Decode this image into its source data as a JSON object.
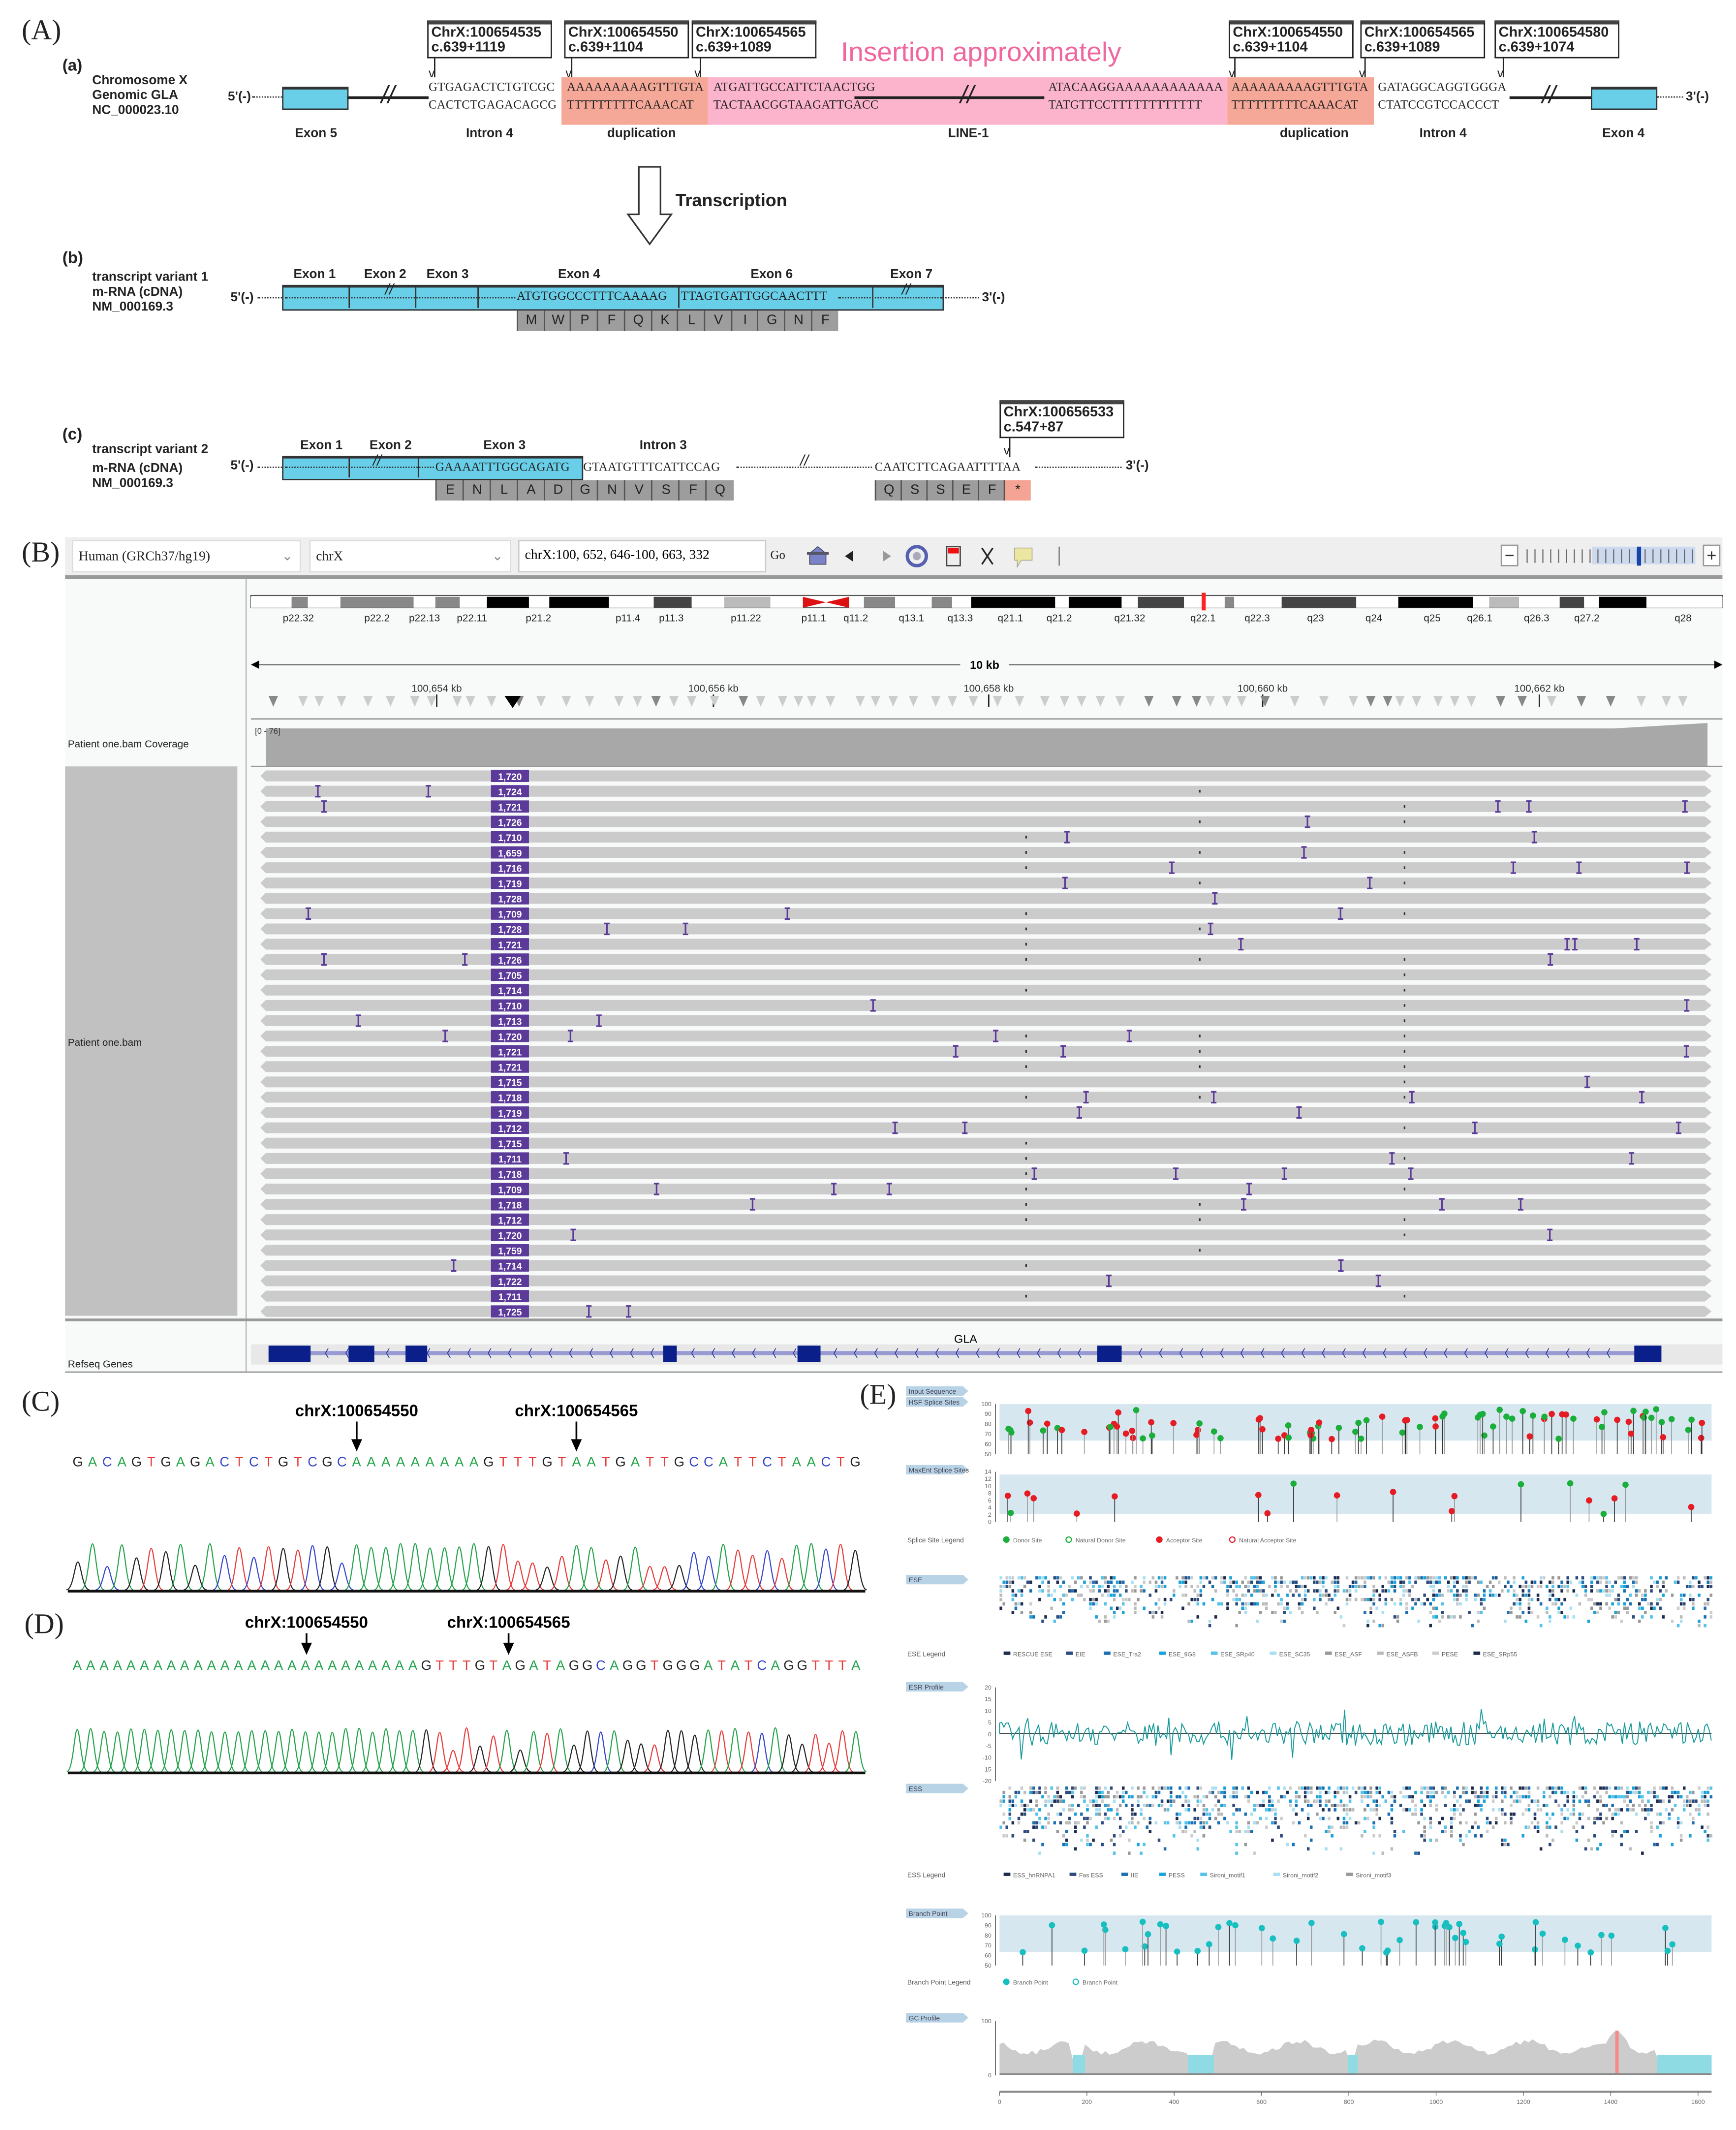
{
  "panel_labels": {
    "A": "(A)",
    "B": "(B)",
    "C": "(C)",
    "D": "(D)",
    "E": "(E)"
  },
  "genomic": {
    "sub_label": "(a)",
    "title_lines": [
      "Chromosome X",
      "Genomic GLA",
      "NC_000023.10"
    ],
    "five_prime": "5'(-)",
    "three_prime": "3'(-)",
    "insertion_label": "Insertion approximately",
    "coord_boxes": [
      {
        "chr": "ChrX:100654535",
        "c": "c.639+1119"
      },
      {
        "chr": "ChrX:100654550",
        "c": "c.639+1104"
      },
      {
        "chr": "ChrX:100654565",
        "c": "c.639+1089"
      },
      {
        "chr": "ChrX:100654550",
        "c": "c.639+1104"
      },
      {
        "chr": "ChrX:100654565",
        "c": "c.639+1089"
      },
      {
        "chr": "ChrX:100654580",
        "c": "c.639+1074"
      }
    ],
    "seqs": {
      "intron_left": [
        "GTGAGACTCTGTCGC",
        "CACTCTGAGACAGCG"
      ],
      "dup_left": [
        "AAAAAAAAAGTTTGTA",
        "TTTTTTTTTCAAACAT"
      ],
      "line1_left": [
        "ATGATTGCCATTCTAACTGG",
        "TACTAACGGTAAGATTGACC"
      ],
      "line1_right": [
        "ATACAAGGAAAAAAAAAAAA",
        "TATGTTCCTTTTTTTTTTTT"
      ],
      "dup_right": [
        "AAAAAAAAAGTTTGTA",
        "TTTTTTTTTCAAACAT"
      ],
      "intron_right": [
        "GATAGGCAGGTGGGA",
        "CTATCCGTCCACCCT"
      ]
    },
    "region_labels": [
      "Exon 5",
      "Intron 4",
      "duplication",
      "LINE-1",
      "duplication",
      "Intron 4",
      "Exon 4"
    ],
    "colors": {
      "duplication": "#f5a898",
      "line1": "#fcb3cc",
      "exon": "#69cfe9",
      "insertion_text": "#f0679f"
    }
  },
  "transcription_label": "Transcription",
  "variant1": {
    "sub_label": "(b)",
    "title_lines": [
      "transcript variant 1",
      "m-RNA (cDNA)",
      "NM_000169.3"
    ],
    "five_prime": "5'(-)",
    "three_prime": "3'(-)",
    "exons": [
      "Exon 1",
      "Exon 2",
      "Exon 3",
      "Exon 4",
      "Exon 6",
      "Exon 7"
    ],
    "seq_left": "ATGTGGCCCTTTCAAAAG",
    "seq_right": "TTAGTGATTGGCAACTTT",
    "amino_acids": [
      "M",
      "W",
      "P",
      "F",
      "Q",
      "K",
      "L",
      "V",
      "I",
      "G",
      "N",
      "F"
    ]
  },
  "variant2": {
    "sub_label": "(c)",
    "title_lines": [
      "transcript variant 2",
      "m-RNA (cDNA)",
      "NM_000169.3"
    ],
    "five_prime": "5'(-)",
    "three_prime": "3'(-)",
    "exons": [
      "Exon 1",
      "Exon 2",
      "Exon 3"
    ],
    "intron_label": "Intron 3",
    "seq_exon3": "GAAAATTTGGCAGATG",
    "seq_intron": "GTAATGTTTCATTCCAG",
    "seq_far": "CAATCTTCAGAATTTTAA",
    "coord_box": {
      "chr": "ChrX:100656533",
      "c": "c.547+87"
    },
    "amino_acids_1": [
      "E",
      "N",
      "L",
      "A",
      "D",
      "G",
      "N",
      "V",
      "S",
      "F",
      "Q"
    ],
    "amino_acids_2": [
      "Q",
      "S",
      "S",
      "E",
      "F",
      "*"
    ]
  },
  "igv": {
    "genome_select": "Human (GRCh37/hg19)",
    "chrom_select": "chrX",
    "locus_input": "chrX:100, 652, 646-100, 663, 332",
    "go_label": "Go",
    "bands": [
      "p22.32",
      "p22.2",
      "p22.13",
      "p22.11",
      "p21.2",
      "p11.4",
      "p11.3",
      "p11.22",
      "p11.1",
      "q11.2",
      "q13.1",
      "q13.3",
      "q21.1",
      "q21.2",
      "q21.32",
      "q22.1",
      "q22.3",
      "q23",
      "q24",
      "q25",
      "q26.1",
      "q26.3",
      "q27.2",
      "q28"
    ],
    "scale_label": "10 kb",
    "ruler_labels": [
      "100,654 kb",
      "100,656 kb",
      "100,658 kb",
      "100,660 kb",
      "100,662 kb"
    ],
    "coverage_track": "Patient one.bam Coverage",
    "coverage_range": "[0 - 76]",
    "reads_track": "Patient one.bam",
    "insertion_sizes": [
      "1,720",
      "1,724",
      "1,721",
      "1,726",
      "1,710",
      "1,659",
      "1,716",
      "1,719",
      "1,728",
      "1,709",
      "1,728",
      "1,721",
      "1,726",
      "1,705",
      "1,714",
      "1,710",
      "1,713",
      "1,720",
      "1,721",
      "1,721",
      "1,715",
      "1,718",
      "1,719",
      "1,712",
      "1,715",
      "1,711",
      "1,718",
      "1,709",
      "1,718",
      "1,712",
      "1,720",
      "1,759",
      "1,714",
      "1,722",
      "1,711",
      "1,725"
    ],
    "genes_track": "Refseq Genes",
    "gene_name": "GLA",
    "colors": {
      "insertion": "#5b3a9a",
      "gene": "#0a1f8a",
      "read": "#cbcbcb",
      "coverage": "#a8a8a8"
    }
  },
  "sanger_c": {
    "markers": [
      "chrX:100654550",
      "chrX:100654565"
    ],
    "sequence": "GACAGTGAGACTCTGTCGCAAAAAAAAAGTTTGTAATGATTGCCATTCTAACTG"
  },
  "sanger_d": {
    "markers": [
      "chrX:100654550",
      "chrX:100654565"
    ],
    "sequence": "AAAAAAAAAAAAAAAAAAAAAAAAAAGTTTGTAGATAGGCAGGTGGGATATCAGGTTTA"
  },
  "base_colors": {
    "A": "#22a34a",
    "C": "#3344cc",
    "G": "#222222",
    "T": "#e83a3a"
  },
  "splice": {
    "tags": {
      "input": "Input Sequence",
      "hsf": "HSF Splice Sites",
      "maxent": "MaxEnt Splice Sites",
      "ese": "ESE",
      "esr": "ESR Profile",
      "ess": "ESS",
      "branch": "Branch Point",
      "gc": "GC Profile"
    },
    "hsf_ticks": [
      "100",
      "90",
      "80",
      "70",
      "60",
      "50"
    ],
    "maxent_ticks": [
      "14",
      "12",
      "10",
      "8",
      "6",
      "4",
      "2",
      "0"
    ],
    "splice_legend_title": "Splice Site Legend",
    "splice_legend": [
      "Donor Site",
      "Natural Donor Site",
      "Acceptor Site",
      "Natural Acceptor Site"
    ],
    "ese_legend_title": "ESE Legend",
    "ese_legend": [
      "RESCUE ESE",
      "EIE",
      "ESE_Tra2",
      "ESE_9G8",
      "ESE_SRp40",
      "ESE_SC35",
      "ESE_ASF",
      "ESE_ASFB",
      "PESE",
      "ESE_SRp55"
    ],
    "esr_ticks": [
      "20",
      "15",
      "10",
      "5",
      "0",
      "-5",
      "-10",
      "-15",
      "-20"
    ],
    "ess_legend_title": "ESS Legend",
    "ess_legend": [
      "ESS_hnRNPA1",
      "Fas ESS",
      "IIE",
      "PESS",
      "Sironi_motif1",
      "Sironi_motif2",
      "Sironi_motif3"
    ],
    "branch_ticks": [
      "100",
      "90",
      "80",
      "70",
      "60",
      "50"
    ],
    "branch_legend_title": "Branch Point Legend",
    "branch_legend": [
      "Branch Point",
      "Branch Point"
    ],
    "gc_ticks": [
      "100",
      "0"
    ],
    "x_ticks": [
      "0",
      "200",
      "400",
      "600",
      "800",
      "1000",
      "1200",
      "1400",
      "1600"
    ],
    "colors": {
      "donor": "#1aae3a",
      "acceptor": "#e51c23",
      "branch": "#17bfc0",
      "band": "#d7e7f0",
      "esr": "#169a9a",
      "gc": "#cccccc",
      "gc_low": "#8edbe4",
      "gc_high": "#f68a8a"
    }
  }
}
